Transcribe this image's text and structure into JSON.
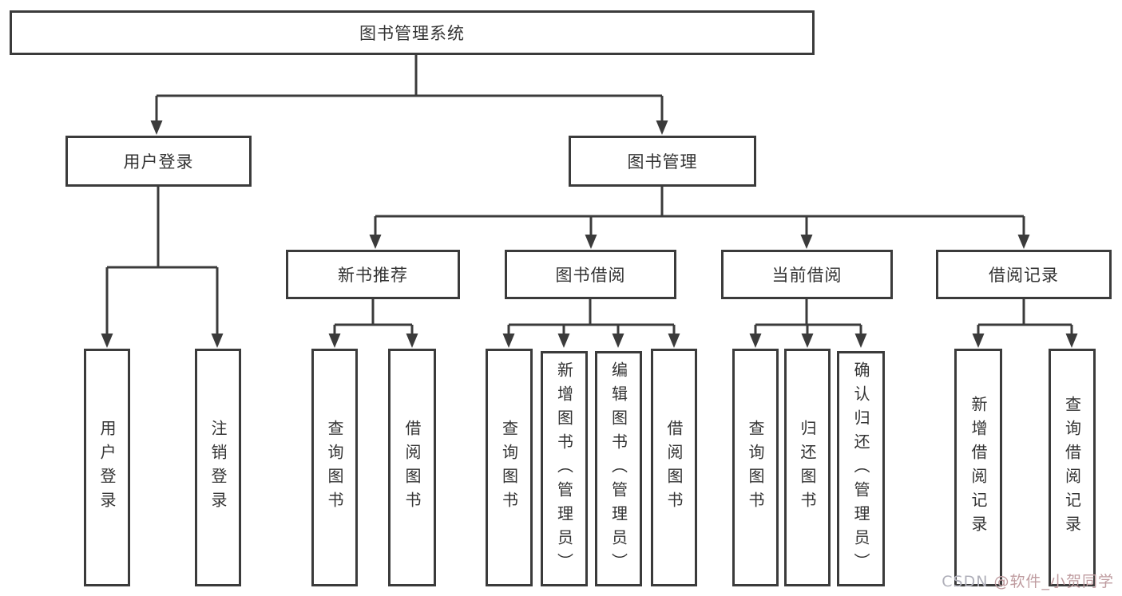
{
  "tree": {
    "root": {
      "label": "图书管理系统"
    },
    "branches": [
      {
        "label": "用户登录",
        "children": [
          {
            "label": "用户登录"
          },
          {
            "label": "注销登录"
          }
        ]
      },
      {
        "label": "图书管理",
        "children": [
          {
            "label": "新书推荐",
            "children": [
              {
                "label": "查询图书"
              },
              {
                "label": "借阅图书"
              }
            ]
          },
          {
            "label": "图书借阅",
            "children": [
              {
                "label": "查询图书"
              },
              {
                "label": "新增图书（管理员）"
              },
              {
                "label": "编辑图书（管理员）"
              },
              {
                "label": "借阅图书"
              }
            ]
          },
          {
            "label": "当前借阅",
            "children": [
              {
                "label": "查询图书"
              },
              {
                "label": "归还图书"
              },
              {
                "label": "确认归还（管理员）"
              }
            ]
          },
          {
            "label": "借阅记录",
            "children": [
              {
                "label": "新增借阅记录"
              },
              {
                "label": "查询借阅记录"
              }
            ]
          }
        ]
      }
    ]
  },
  "watermark": {
    "brand": "CSDN ",
    "handle": "@软件_小贺同学"
  },
  "colors": {
    "line": "#3b3b3b",
    "text": "#333333",
    "box-bg": "#ffffff",
    "wm-brand": "#b0b0ba",
    "wm-handle": "#bf9ca0"
  }
}
